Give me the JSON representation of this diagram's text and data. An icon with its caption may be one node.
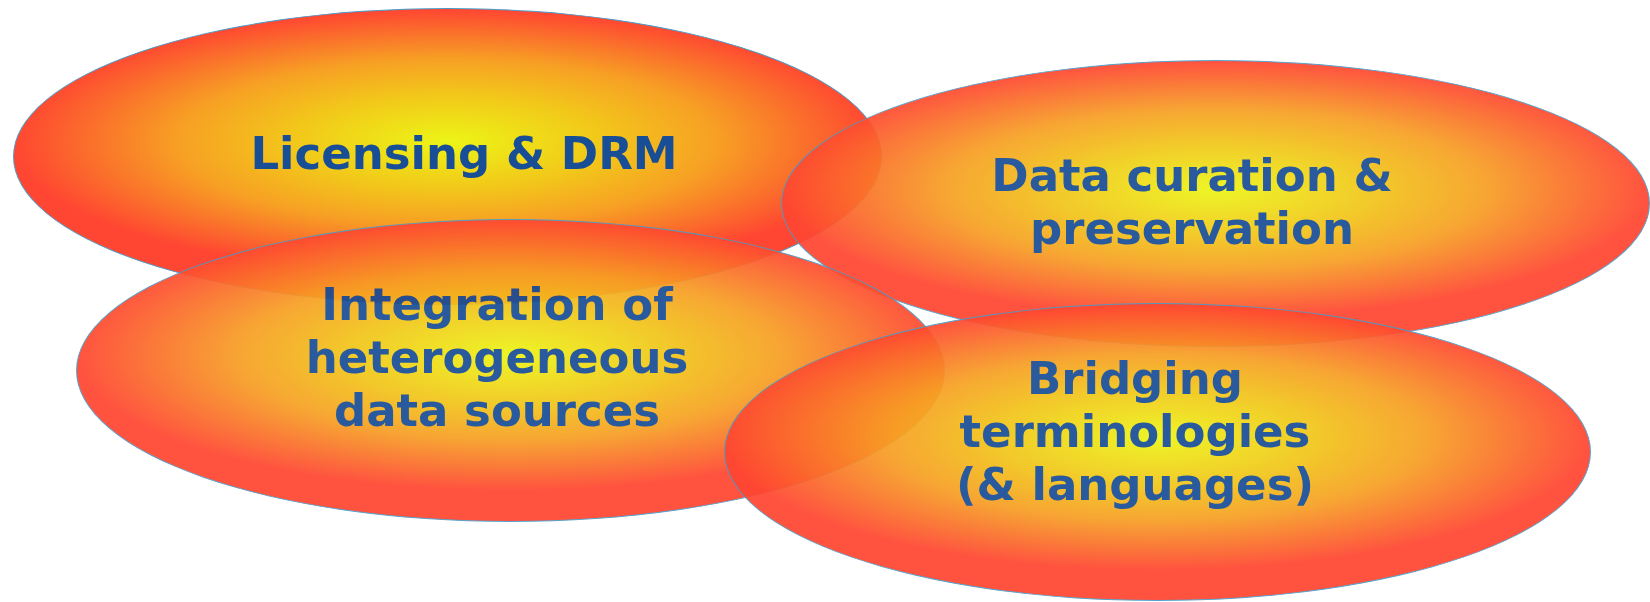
{
  "diagram": {
    "nodes": [
      {
        "text": [
          "Licensing & DRM"
        ]
      },
      {
        "text": [
          "Data curation & preservation"
        ]
      },
      {
        "text": [
          "Integration of heterogeneous data sources"
        ]
      },
      {
        "text": [
          "Bridging terminologies (& languages)"
        ]
      }
    ]
  }
}
